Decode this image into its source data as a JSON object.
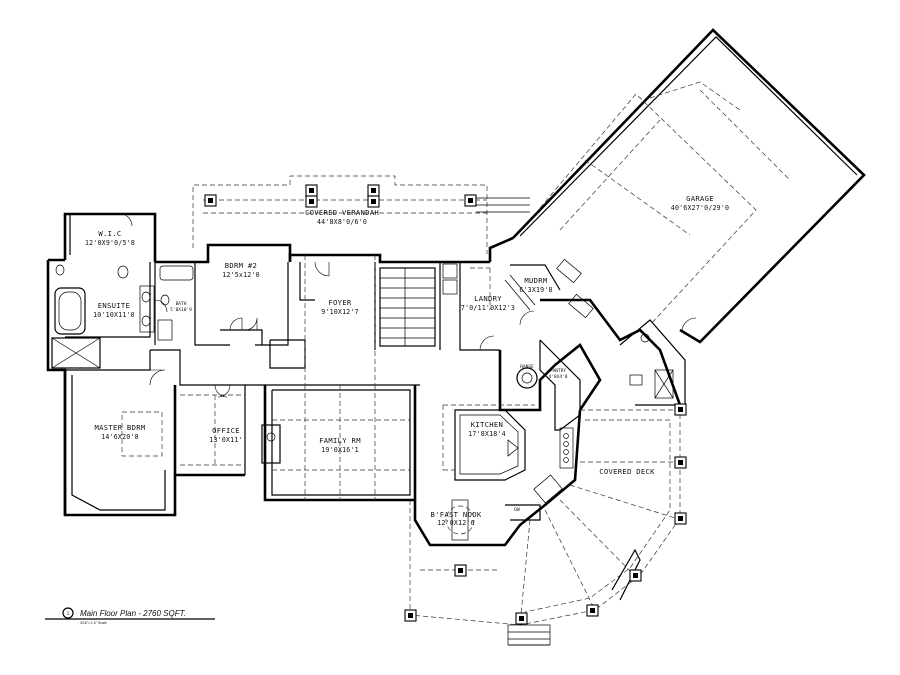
{
  "plan_title": "Main Floor Plan - 2760 SQFT.",
  "plan_subtitle": "3/16\"=1'-0\" Scale",
  "rooms": {
    "wic": {
      "name": "W.I.C",
      "dims": "12'0X9'0/5'8"
    },
    "ensuite": {
      "name": "ENSUITE",
      "dims": "10'10X11'0"
    },
    "bath": {
      "name": "BATH",
      "dims": "5'0X10'9"
    },
    "bdrm2": {
      "name": "BDRM #2",
      "dims": "12'5x12'0"
    },
    "foyer": {
      "name": "FOYER",
      "dims": "9'10X12'7"
    },
    "covered_veranda": {
      "name": "COVERED VERANDAH",
      "dims": "44'8X8'0/6'0"
    },
    "laundry": {
      "name": "LANDRY",
      "dims": "7'0/11'0X12'3"
    },
    "mudrm": {
      "name": "MUDRM",
      "dims": "6'3X19'8"
    },
    "garage": {
      "name": "GARAGE",
      "dims": "40'6X27'0/29'0"
    },
    "pantry": {
      "name": "PANTRY",
      "dims": "4'0X4'0"
    },
    "master_bdrm": {
      "name": "MASTER BDRM",
      "dims": "14'6X20'8"
    },
    "office": {
      "name": "OFFICE",
      "dims": "13'0X11'"
    },
    "family_rm": {
      "name": "FAMILY RM",
      "dims": "19'0X16'1"
    },
    "kitchen": {
      "name": "KITCHEN",
      "dims": "17'8X18'4"
    },
    "covered_deck": {
      "name": "COVERED DECK",
      "dims": ""
    },
    "bfast_nook": {
      "name": "B'FAST NOOK",
      "dims": "12'0X12'6"
    }
  },
  "fixtures": {
    "range_label": "RANGE",
    "dw_label": "DW"
  }
}
